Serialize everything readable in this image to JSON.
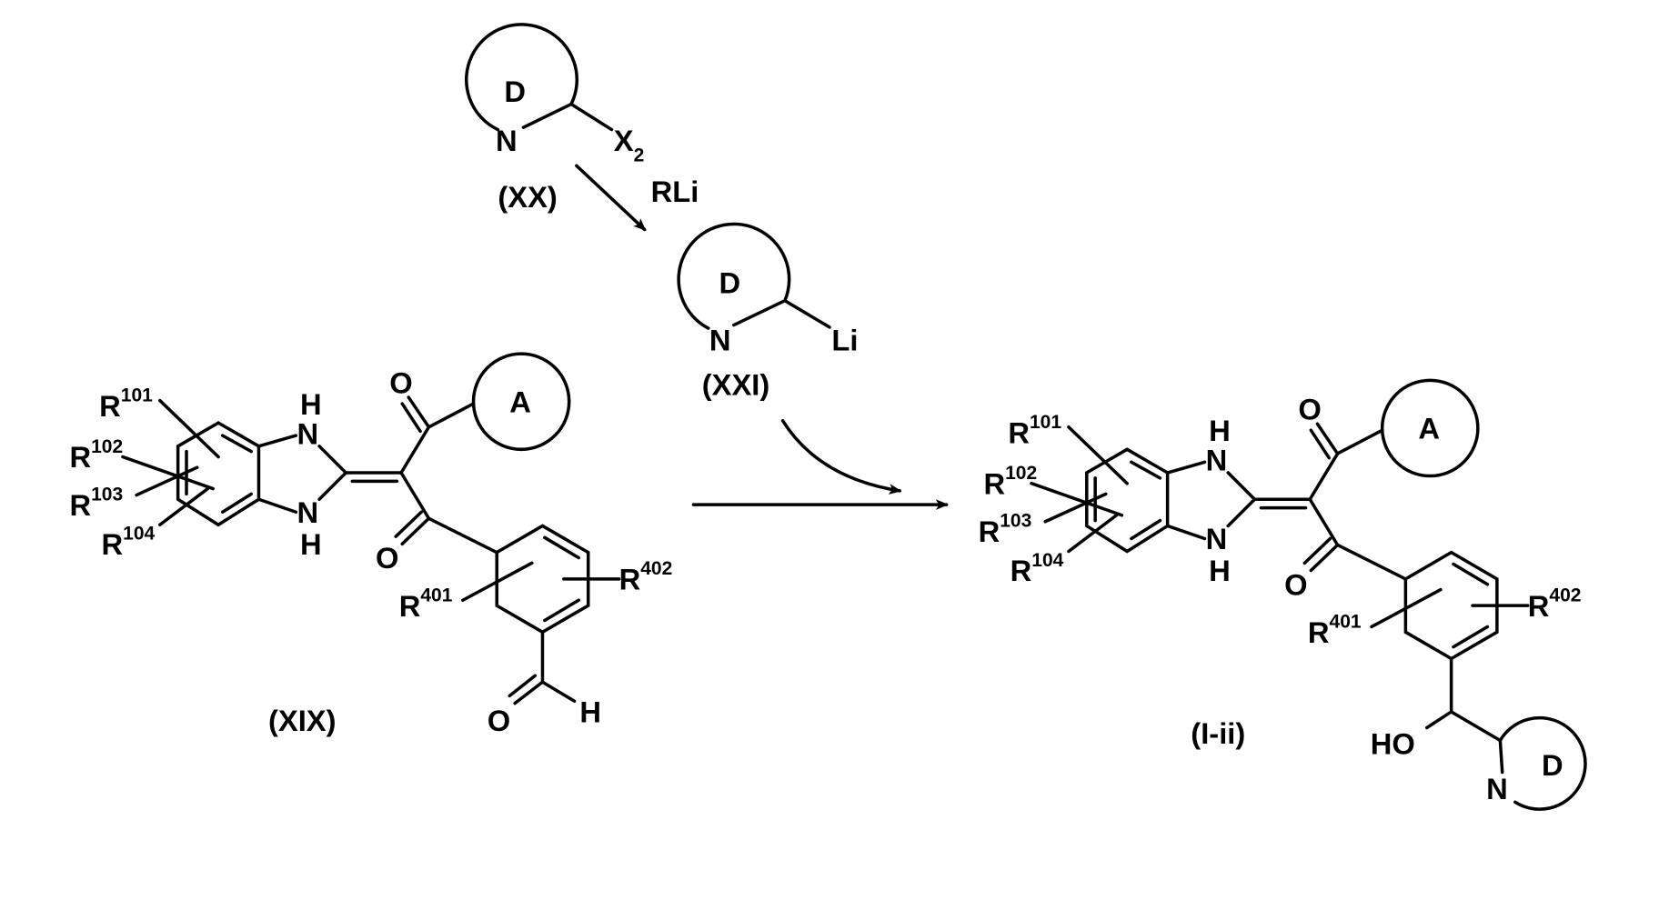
{
  "scheme": {
    "reagent": "RLi",
    "compounds": {
      "xx": {
        "label": "(XX)",
        "ring": "D",
        "n": "N",
        "x": "X",
        "x_sub": "2"
      },
      "xxi": {
        "label": "(XXI)",
        "ring": "D",
        "n": "N",
        "li": "Li"
      },
      "xix": {
        "label": "(XIX)",
        "ring": "A",
        "nh": "N",
        "h": "H",
        "o": "O",
        "ald_h": "H"
      },
      "iii": {
        "label": "(I-ii)",
        "ring": "A",
        "ring2": "D",
        "nh": "N",
        "h": "H",
        "o": "O",
        "ho": "HO",
        "n": "N"
      }
    },
    "substituents": {
      "r": "R",
      "r101": "101",
      "r102": "102",
      "r103": "103",
      "r104": "104",
      "r401": "401",
      "r402": "402"
    }
  }
}
